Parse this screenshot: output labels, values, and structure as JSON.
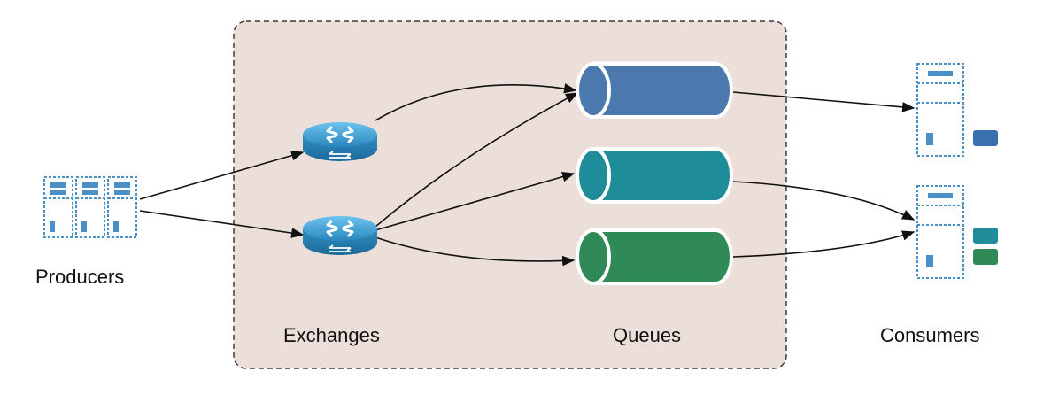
{
  "labels": {
    "producers": "Producers",
    "exchanges": "Exchanges",
    "queues": "Queues",
    "consumers": "Consumers"
  },
  "colors": {
    "broker_fill": "#ecdfd9",
    "broker_border": "#3a3a3a",
    "queue_blue": "#4b79ad",
    "queue_teal": "#1f8c99",
    "queue_green": "#2f8a57",
    "exchange_blue": "#2f8fc4",
    "server_outline": "#4a90c6",
    "arrow": "#111111"
  },
  "icons": {
    "producer": "server-rack-icon",
    "exchange": "router-icon",
    "queue": "cylinder-icon",
    "consumer": "server-icon"
  }
}
